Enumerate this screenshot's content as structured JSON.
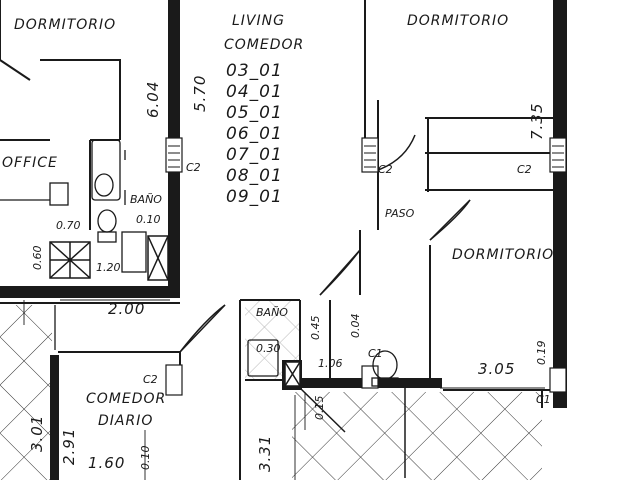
{
  "rooms": {
    "dormitorio_left": "DORMITORIO",
    "living_line1": "LIVING",
    "living_line2": "COMEDOR",
    "dormitorio_right": "DORMITORIO",
    "office": "OFFICE",
    "bano_left": "BAÑO",
    "paso": "PASO",
    "dormitorio_lower": "DORMITORIO",
    "bano_center": "BAÑO",
    "comedor_diario_line1": "COMEDOR",
    "comedor_diario_line2": "DIARIO"
  },
  "unit_numbers": [
    "03_01",
    "04_01",
    "05_01",
    "06_01",
    "07_01",
    "08_01",
    "09_01"
  ],
  "dimensions": {
    "d_604": "6.04",
    "d_570": "5.70",
    "d_735": "7.35",
    "d_070": "0.70",
    "d_060": "0.60",
    "d_010": "0.10",
    "d_120": "1.20",
    "d_200": "2.00",
    "d_045": "0.45",
    "d_004": "0.04",
    "d_030": "0.30",
    "d_106": "1.06",
    "d_305": "3.05",
    "d_019": "0.19",
    "d_301": "3.01",
    "d_291": "2.91",
    "d_160": "1.60",
    "d_331": "3.31",
    "d_015": "0.15",
    "d_010b": "0.10"
  },
  "openings": {
    "c2_left": "C2",
    "c2_center": "C2",
    "c2_right": "C2",
    "c2_comedor": "C2",
    "c1_a": "C1",
    "c1_b": "C1"
  }
}
